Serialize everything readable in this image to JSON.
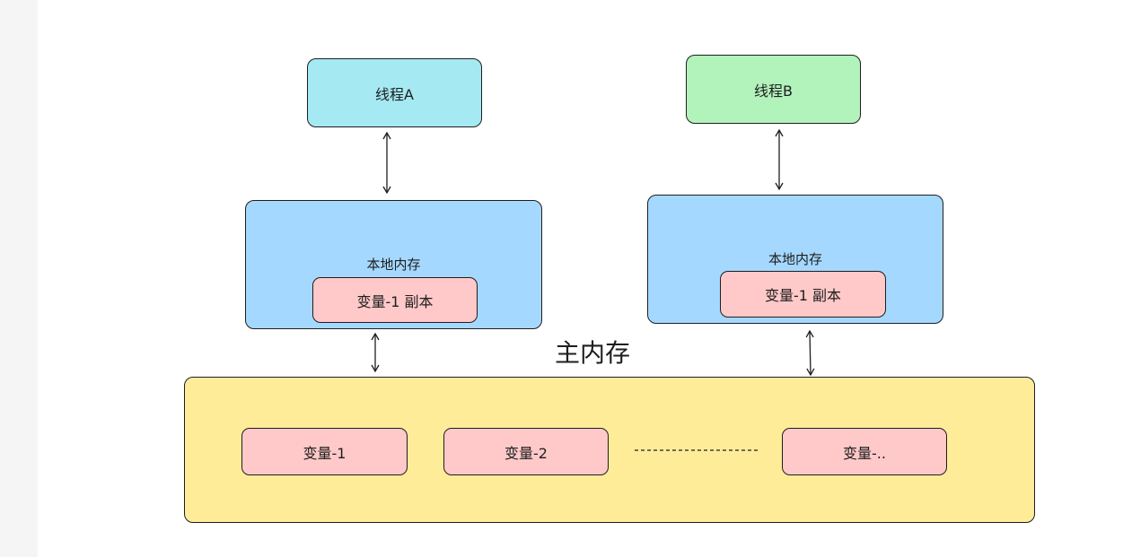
{
  "thread_a": {
    "label": "线程A"
  },
  "thread_b": {
    "label": "线程B"
  },
  "local_memory_a": {
    "label": "本地内存",
    "copy_label": "变量-1 副本"
  },
  "local_memory_b": {
    "label": "本地内存",
    "copy_label": "变量-1 副本"
  },
  "main_memory": {
    "label": "主内存",
    "variables": [
      "变量-1",
      "变量-2",
      "变量-.."
    ]
  },
  "colors": {
    "thread_a": "#a5e9f3",
    "thread_b": "#b2f2bb",
    "local_memory": "#a5d8ff",
    "variable": "#ffc9c9",
    "main_memory": "#ffec99",
    "stroke": "#1e1e1e"
  }
}
